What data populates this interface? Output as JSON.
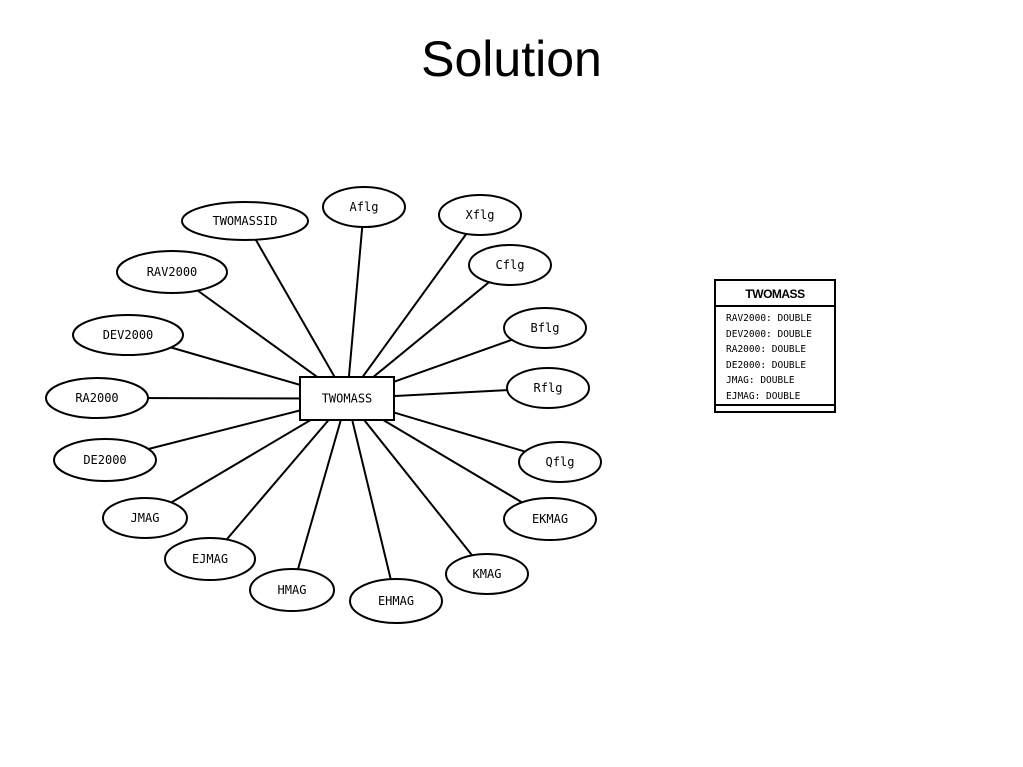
{
  "title": "Solution",
  "diagram": {
    "entity": "TWOMASS",
    "attributes": [
      "TWOMASSID",
      "Aflg",
      "Xflg",
      "Cflg",
      "Bflg",
      "Rflg",
      "Qflg",
      "EKMAG",
      "KMAG",
      "EHMAG",
      "HMAG",
      "EJMAG",
      "JMAG",
      "DE2000",
      "RA2000",
      "DEV2000",
      "RAV2000"
    ]
  },
  "table": {
    "name": "TWOMASS",
    "fields": [
      "RAV2000: DOUBLE",
      "DEV2000: DOUBLE",
      "RA2000: DOUBLE",
      "DE2000: DOUBLE",
      "JMAG: DOUBLE",
      "EJMAG: DOUBLE"
    ]
  }
}
